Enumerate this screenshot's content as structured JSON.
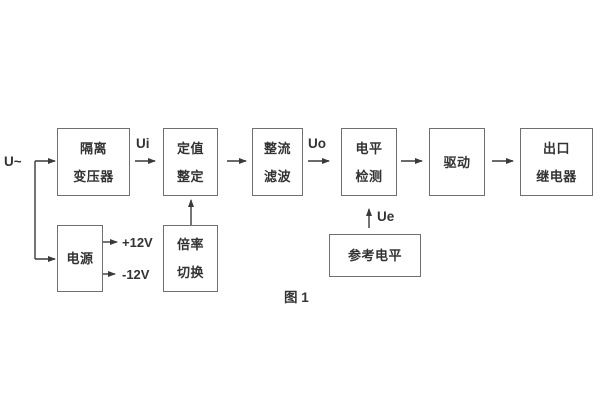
{
  "figure": {
    "caption": "图 1",
    "source_label": "U~",
    "signals": {
      "ui": "Ui",
      "uo": "Uo",
      "ue": "Ue",
      "plus12v": "+12V",
      "minus12v": "-12V"
    },
    "blocks": {
      "isolation_transformer": {
        "line1": "隔离",
        "line2": "变压器"
      },
      "value_setting": {
        "line1": "定值",
        "line2": "整定"
      },
      "rectify_filter": {
        "line1": "整流",
        "line2": "滤波"
      },
      "level_detect": {
        "line1": "电平",
        "line2": "检测"
      },
      "drive": {
        "line1": "驱动"
      },
      "output_relay": {
        "line1": "出口",
        "line2": "继电器"
      },
      "power": {
        "line1": "电源"
      },
      "ratio_switch": {
        "line1": "倍率",
        "line2": "切换"
      },
      "reference_level": {
        "line1": "参考电平"
      }
    },
    "colors": {
      "wire": "#3a3a3a",
      "border": "#6f6f6f",
      "text": "#333333",
      "background": "#ffffff"
    }
  }
}
